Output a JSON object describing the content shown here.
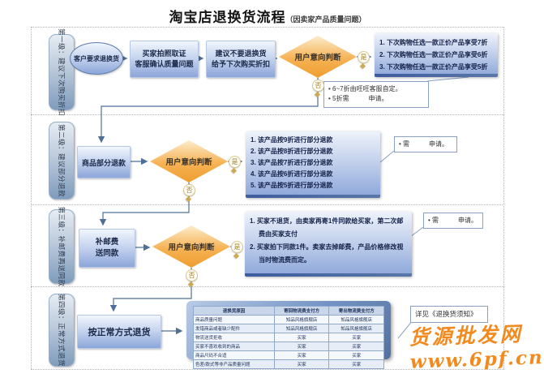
{
  "palette": {
    "node_blue": "#8ca6da",
    "node_blue_dark": "#3e5c9e",
    "decision_orange": "#f0a33c",
    "connector_blue": "#4f7096",
    "watermark_orange": "#f28a1e",
    "yes_no_gold": "#a5802a"
  },
  "title": {
    "main": "淘宝店退换货流程",
    "sub": "（因卖家产品质量问题）"
  },
  "labels": {
    "decision": "用户意向判断",
    "yes": "是",
    "no": "否"
  },
  "rows": [
    {
      "sidebar": "第一级：建议下次购买折扣",
      "start": "客户要求退换货",
      "step1": "买家拍照取证\n客服确认质量问题",
      "step2": "建议不要退换货\n给予下次购买折扣",
      "result": [
        "1. 下次购物任选一款正价产品享受7折",
        "2. 下次购物任选一款正价产品享受6折",
        "3. 下次购物任选一款正价产品享受5折"
      ],
      "note": [
        "• 6~7折由旺旺客服自定。",
        "• 5折需　　　申请。"
      ]
    },
    {
      "sidebar": "第二级：建议部分退款",
      "step": "商品部分退款",
      "result": [
        "1. 该产品按9折进行部分退款",
        "2. 该产品按8折进行部分退款",
        "3. 该产品按7折进行部分退款",
        "4. 该产品按6折进行部分退款",
        "5. 该产品按5折进行部分退款"
      ],
      "note": "• 需　　　申请。"
    },
    {
      "sidebar": "第三级：补邮费再送同款",
      "step": "补邮费\n送同款",
      "result": [
        "1. 买家不退货，由卖家再寄1件同款给买家，第二次邮费由买家支付",
        "2. 买家拍下同款1件。卖家去掉邮费，产品价格修改视当时物流费而定。"
      ],
      "note": "• 需　　　申请。"
    },
    {
      "sidebar": "第四级：正常方式退货",
      "step": "按正常方式退货",
      "note": "详见《退换货须知》"
    }
  ],
  "table": {
    "headers": [
      "退换货原因",
      "寄回物流费支付方",
      "寄出物流费支付方"
    ],
    "rows": [
      [
        "商品质量问题",
        "知品风格旗舰店",
        "知品风格旗舰店"
      ],
      [
        "发错商品或者缺少配件",
        "知品风格旗舰店",
        "知品风格旗舰店"
      ],
      [
        "物流送货拒收",
        "买家",
        "买家"
      ],
      [
        "买家不喜欢收到的商品",
        "买家",
        "买家"
      ],
      [
        "商品尺码不合适",
        "买家",
        "买家"
      ],
      [
        "色差/款式等非产品质量问题",
        "买家",
        "买家"
      ]
    ]
  },
  "watermark": {
    "line1": "货源批发网",
    "line2": "www.6pf.cn"
  }
}
